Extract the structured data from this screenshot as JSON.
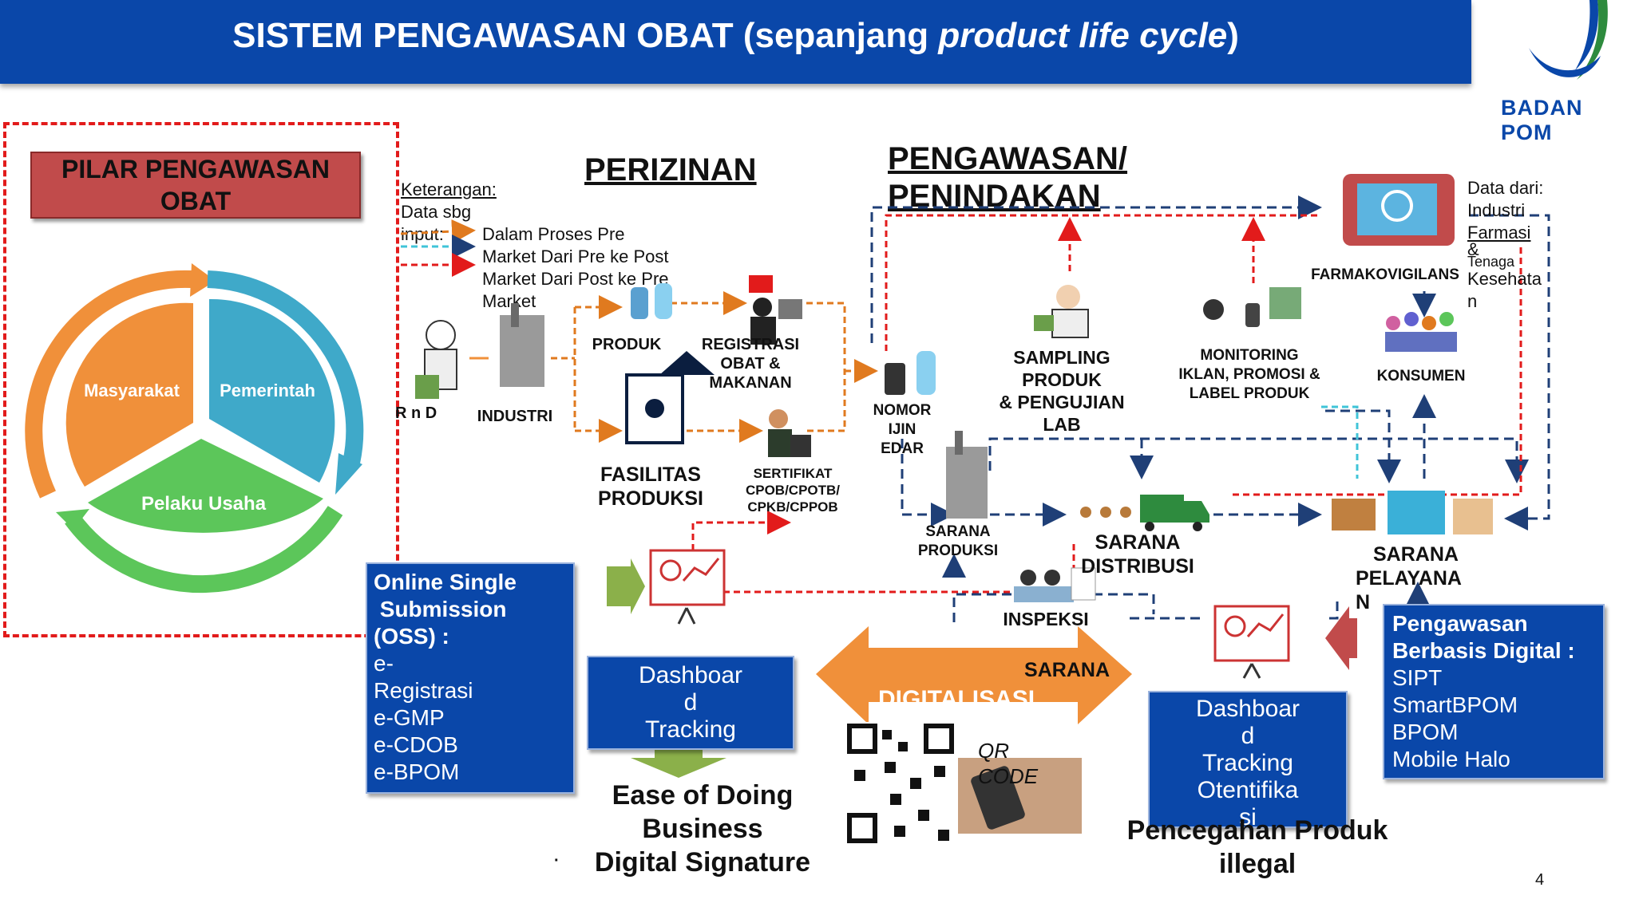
{
  "header": {
    "title_main": "SISTEM PENGAWASAN OBAT (sepanjang ",
    "title_italic": "product life cycle",
    "title_end": ")"
  },
  "logo": {
    "text": "BADAN POM",
    "colors": {
      "brand_blue": "#0a47a9",
      "brand_green": "#2e8b3e"
    }
  },
  "pilar": {
    "title": "PILAR PENGAWASAN OBAT",
    "segments": [
      "Masyarakat",
      "Pemerintah",
      "Pelaku Usaha"
    ]
  },
  "legend": {
    "heading": "Keterangan:",
    "line1": "Data sbg",
    "line2": "input:",
    "items": [
      "Dalam Proses Pre",
      "Market  Dari Pre ke Post",
      "Market  Dari Post ke Pre",
      "Market"
    ]
  },
  "sections": {
    "perizinan": "PERIZINAN",
    "pengawasan_1": "PENGAWASAN/",
    "pengawasan_2": "PENINDAKAN"
  },
  "nodes": {
    "rnd": "R n D",
    "industri": "INDUSTRI",
    "produk": "PRODUK",
    "registrasi": [
      "REGISTRASI",
      "OBAT &",
      "MAKANAN"
    ],
    "fasilitas": [
      "FASILITAS",
      "PRODUKSI"
    ],
    "sertifikat": [
      "SERTIFIKAT",
      "CPOB/CPOTB/",
      "CPKB/CPPOB"
    ],
    "nomor": [
      "NOMOR",
      "IJIN",
      "EDAR"
    ],
    "sampling": [
      "SAMPLING",
      "PRODUK",
      "& PENGUJIAN",
      "LAB"
    ],
    "monitoring": [
      "MONITORING",
      "IKLAN, PROMOSI &",
      "LABEL PRODUK"
    ],
    "farmako": "FARMAKOVIGILANS",
    "konsumen": "KONSUMEN",
    "sarana_produksi": [
      "SARANA",
      "PRODUKSI"
    ],
    "sarana_distribusi": [
      "SARANA",
      "DISTRIBUSI"
    ],
    "sarana_pelayanan": [
      "SARANA",
      "PELAYANA",
      "N"
    ],
    "inspeksi": "INSPEKSI",
    "data_dari": [
      "Data dari:",
      " Industri",
      "Farmasi",
      "&",
      "Tenaga",
      "Kesehata",
      "n"
    ]
  },
  "digitalisasi": {
    "line1": "SARANA",
    "line2": "DIGITALISASI"
  },
  "oss": {
    "heading": [
      "Online Single",
      " Submission",
      "(OSS) :"
    ],
    "items": [
      "e-",
      "Registrasi",
      "e-GMP",
      "e-CDOB",
      "e-BPOM"
    ]
  },
  "dash_left": [
    "Dashboar",
    "d",
    "Tracking"
  ],
  "dash_right": [
    "Dashboar",
    "d",
    "Tracking",
    "Otentifika",
    "si"
  ],
  "pengawasan_digital": {
    "heading": [
      "Pengawasan",
      "Berbasis Digital :"
    ],
    "items": [
      "SIPT",
      "SmartBPOM",
      "BPOM",
      "Mobile  Halo"
    ]
  },
  "qr_label": [
    "QR",
    "CODE"
  ],
  "footer_left": [
    "Ease of Doing",
    "Business",
    "Digital Signature"
  ],
  "footer_right": [
    "Pencegahan Produk",
    "illegal"
  ],
  "page_number": "4",
  "colors": {
    "title_bg": "#0a47a9",
    "pilar_red": "#e21b1b",
    "orange": "#f0903a",
    "cyan_blue": "#3fa9c9",
    "green": "#5cc65a",
    "navy_dash": "#1f3f77"
  }
}
